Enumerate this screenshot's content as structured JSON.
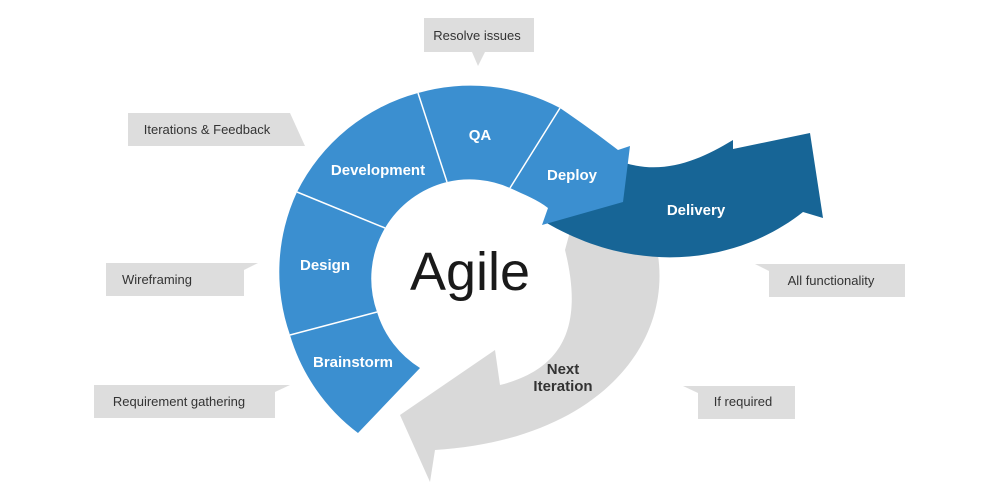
{
  "diagram": {
    "center": "Agile",
    "stages": {
      "brainstorm": "Brainstorm",
      "design": "Design",
      "development": "Development",
      "qa": "QA",
      "deploy": "Deploy",
      "delivery": "Delivery"
    },
    "next_iteration": [
      "Next",
      "Iteration"
    ],
    "callouts": {
      "resolve_issues": "Resolve issues",
      "iterations_feedback": "Iterations & Feedback",
      "wireframing": "Wireframing",
      "requirement_gathering": "Requirement gathering",
      "all_functionality": "All functionality",
      "if_required": "If required"
    },
    "colors": {
      "segment_blue": "#3b8fd0",
      "delivery_blue": "#176596",
      "loop_gray": "#d9d9d9",
      "callout_gray": "#dddddd",
      "divider_white": "#ffffff"
    }
  }
}
